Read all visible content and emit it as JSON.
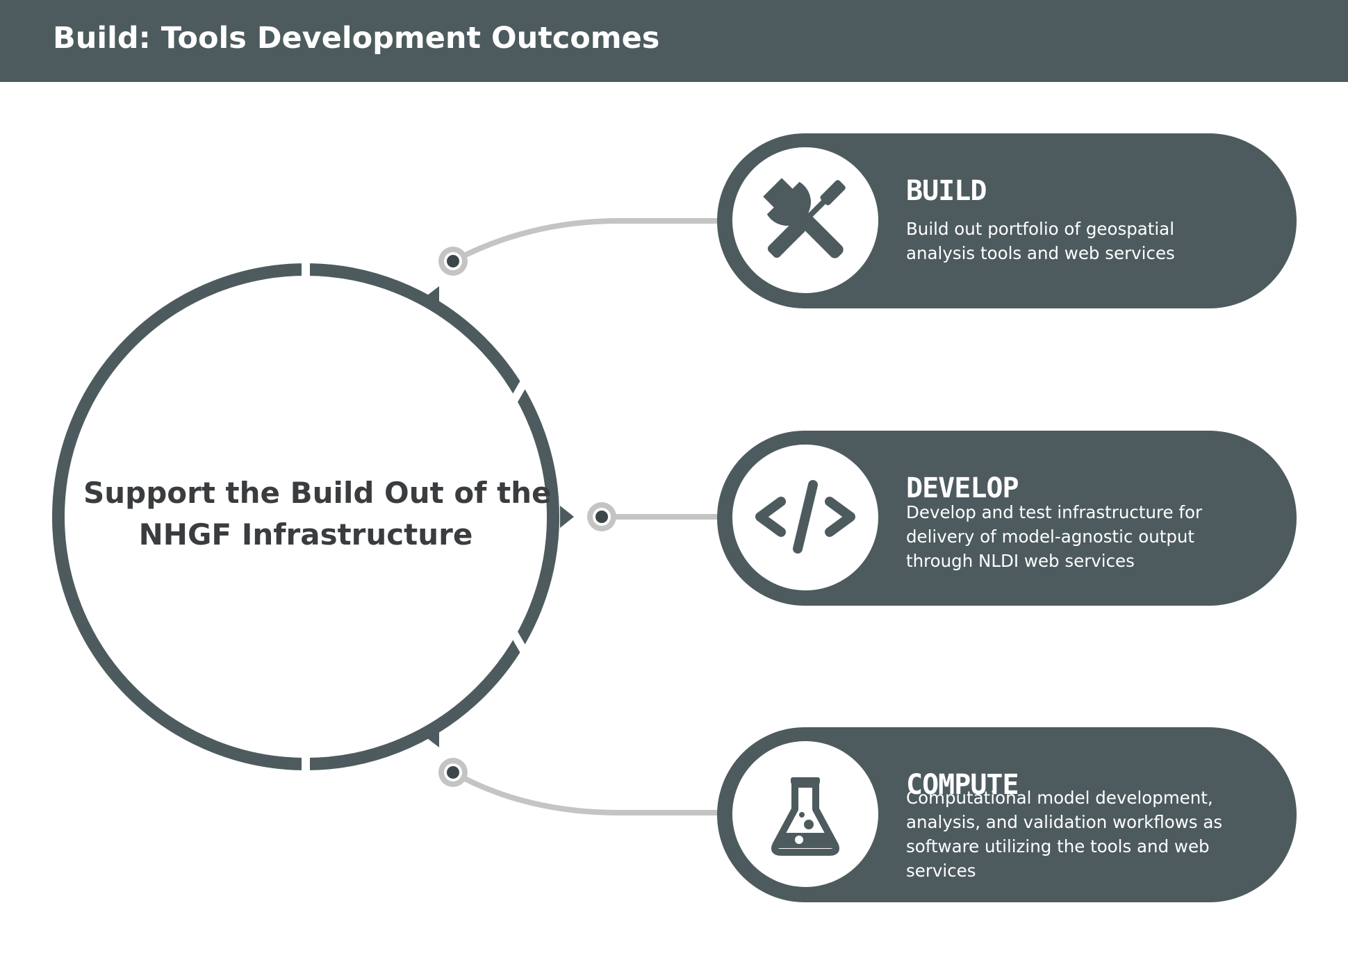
{
  "header": {
    "title": "Build: Tools Development Outcomes"
  },
  "center": {
    "line1": "Support the Build Out of the",
    "line2": "NHGF Infrastructure"
  },
  "items": [
    {
      "title": "BUILD",
      "icon": "tools-icon",
      "desc_lines": [
        "Build out portfolio of geospatial",
        "analysis tools and web services"
      ]
    },
    {
      "title": "DEVELOP",
      "icon": "code-icon",
      "desc_lines": [
        "Develop and test infrastructure for",
        "delivery of model-agnostic output",
        "through NLDI web services"
      ]
    },
    {
      "title": "COMPUTE",
      "icon": "flask-icon",
      "desc_lines": [
        "Computational model development,",
        "analysis, and validation workflows as",
        "software utilizing the tools and web",
        "services"
      ]
    }
  ],
  "colors": {
    "header_bg": "#4d5b5e",
    "pill_bg": "#4d5b5e",
    "connector": "#c4c4c4",
    "circle_stroke": "#4d5b5e",
    "text_dark": "#3a3d3f"
  }
}
